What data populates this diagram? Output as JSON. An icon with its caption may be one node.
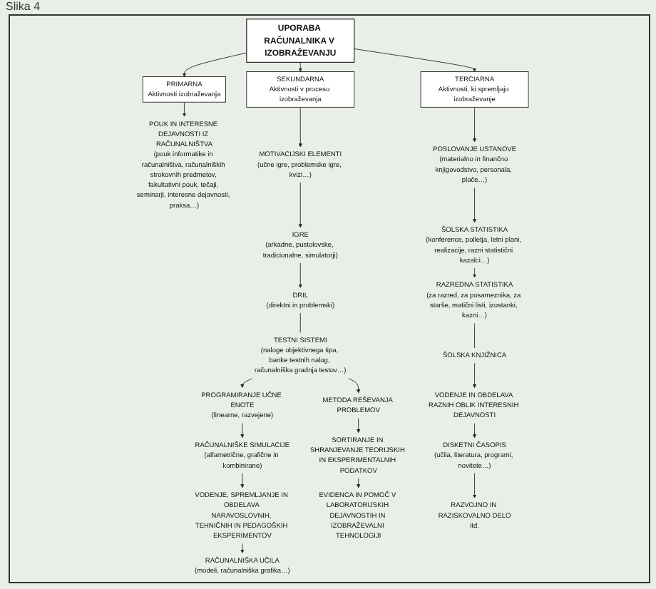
{
  "diagram": {
    "nodes": [
      {
        "text": [
          "UPORABA RAČUNALNIKA V IZOBRAŽEVANJU"
        ]
      },
      {
        "text": [
          "PRIMARNA",
          "Aktivnosti izobraževanja"
        ]
      },
      {
        "text": [
          "SEKUNDARNA",
          "Aktivnosti v procesu izobraževanja"
        ]
      },
      {
        "text": [
          "TERCIARNA",
          "Aktivnosti, ki spremljajo izobraževanje"
        ]
      },
      {
        "text": [
          "POUK IN INTERESNE DEJAVNOSTI IZ RAČUNALNIŠTVA",
          "(pouk informatike in računalništva, računalniških strokovnih predmetov, fakultativni pouk, tečaji, seminarji, interesne dejavnosti, praksa…)"
        ]
      },
      {
        "text": [
          "MOTIVACIJSKI ELEMENTI",
          "(učne igre, problemske igre, kvizi…)"
        ]
      },
      {
        "text": [
          "IGRE",
          "(arkadne, pustolovske, tradicionalne, simulatorji)"
        ]
      },
      {
        "text": [
          "DRIL",
          "(direktni in problemski)"
        ]
      },
      {
        "text": [
          "TESTNI SISTEMI",
          "(naloge objektivnega tipa, banke testnih nalog, računalniška gradnja testov…)"
        ]
      },
      {
        "text": [
          "PROGRAMIRANJE UČNE ENOTE",
          "(linearne, razvejene)"
        ]
      },
      {
        "text": [
          "RAČUNALNIŠKE SIMULACIJE",
          "(alfametrične, grafične in kombinirane)"
        ]
      },
      {
        "text": [
          "VODENJE, SPREMLJANJE IN OBDELAVA NARAVOSLOVNIH, TEHNIČNIH IN PEDAGOŠKIH EKSPERIMENTOV"
        ]
      },
      {
        "text": [
          "RAČUNALNIŠKA UČILA",
          "(modeli, računalniška grafika…)"
        ]
      },
      {
        "text": [
          "METODA REŠEVANJA PROBLEMOV"
        ]
      },
      {
        "text": [
          "SORTIRANJE IN SHRANJEVANJE TEORIJSKIH IN EKSPERIMENTALNIH PODATKOV"
        ]
      },
      {
        "text": [
          "EVIDENCA IN POMOČ V LABORATORIJSKIH DEJAVNOSTIH IN IZOBRAŽEVALNI TEHNOLOGIJI"
        ]
      },
      {
        "text": [
          "POSLOVANJE USTANOVE",
          "(materialno in finančno knjigovodstvo, personala, plače…)"
        ]
      },
      {
        "text": [
          "ŠOLSKA STATISTIKA",
          "(konference, polletja, letni plani, realizacije, razni statistični kazalci…)"
        ]
      },
      {
        "text": [
          "RAZREDNA STATISTIKA",
          "(za razred, za posameznika, za starše, matični listi, izostanki, kazni…)"
        ]
      },
      {
        "text": [
          "ŠOLSKA KNJIŽNICA"
        ]
      },
      {
        "text": [
          "VODENJE IN OBDELAVA RAZNIH OBLIK INTERESNIH DEJAVNOSTI"
        ]
      },
      {
        "text": [
          "DISKETNI ČASOPIS",
          "(učila, literatura, programi, novitete…)"
        ]
      },
      {
        "text": [
          "RAZVOJNO IN RAZISKOVALNO DELO",
          "itd."
        ]
      }
    ],
    "edges": [
      {
        "from": 0,
        "to": 1,
        "arrow": "to"
      },
      {
        "from": 0,
        "to": 2,
        "arrow": "to"
      },
      {
        "from": 0,
        "to": 3,
        "arrow": "to"
      },
      {
        "from": 1,
        "to": 4,
        "arrow": "to"
      },
      {
        "from": 2,
        "to": 5,
        "arrow": "to"
      },
      {
        "from": 3,
        "to": 16,
        "arrow": "to"
      },
      {
        "from": 5,
        "to": 6,
        "arrow": "to"
      },
      {
        "from": 6,
        "to": 7,
        "arrow": "to"
      },
      {
        "from": 7,
        "to": 8,
        "arrow": "none"
      },
      {
        "from": 8,
        "to": 9,
        "arrow": "to"
      },
      {
        "from": 8,
        "to": 13,
        "arrow": "to"
      },
      {
        "from": 9,
        "to": 10,
        "arrow": "to"
      },
      {
        "from": 10,
        "to": 11,
        "arrow": "to"
      },
      {
        "from": 11,
        "to": 12,
        "arrow": "to"
      },
      {
        "from": 13,
        "to": 14,
        "arrow": "to"
      },
      {
        "from": 14,
        "to": 15,
        "arrow": "to"
      },
      {
        "from": 16,
        "to": 17,
        "arrow": "to"
      },
      {
        "from": 17,
        "to": 18,
        "arrow": "to"
      },
      {
        "from": 18,
        "to": 19,
        "arrow": "none"
      },
      {
        "from": 19,
        "to": 20,
        "arrow": "to"
      },
      {
        "from": 20,
        "to": 21,
        "arrow": "to"
      },
      {
        "from": 21,
        "to": 22,
        "arrow": "to"
      }
    ],
    "labels": [
      "Slika 4"
    ]
  }
}
